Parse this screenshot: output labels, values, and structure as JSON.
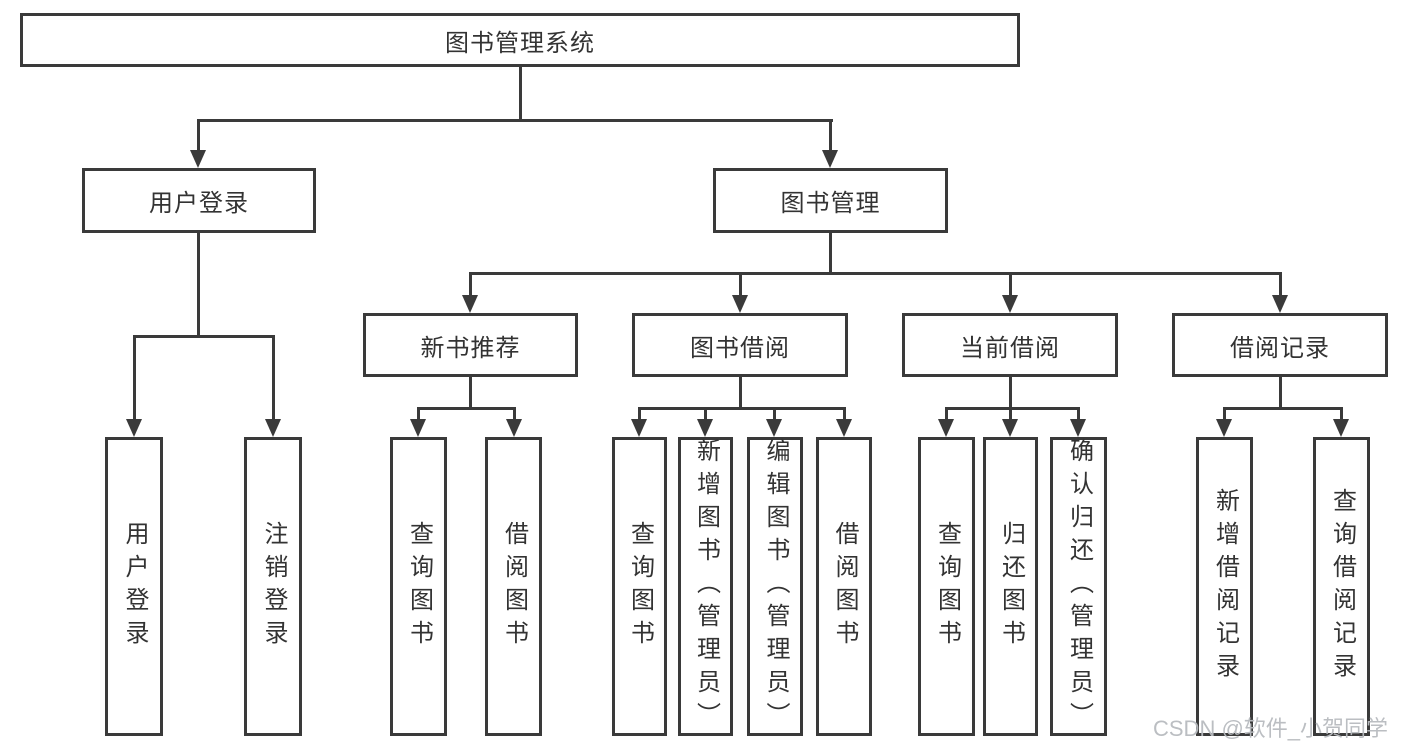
{
  "diagram": {
    "title": "图书管理系统",
    "colors": {
      "line": "#3a3a3a",
      "text": "#333333",
      "background": "#ffffff",
      "watermark": "#b7babf"
    },
    "watermark": "CSDN @软件_小贺同学",
    "nodes": {
      "root": {
        "label": "图书管理系统"
      },
      "user_login": {
        "label": "用户登录"
      },
      "book_mgmt": {
        "label": "图书管理"
      },
      "login_v": {
        "label": "用户登录"
      },
      "logout_v": {
        "label": "注销登录"
      },
      "new_book": {
        "label": "新书推荐"
      },
      "borrow": {
        "label": "图书借阅"
      },
      "current": {
        "label": "当前借阅"
      },
      "records": {
        "label": "借阅记录"
      },
      "nb_q": {
        "label": "查询图书"
      },
      "nb_b": {
        "label": "借阅图书"
      },
      "bb_q": {
        "label": "查询图书"
      },
      "bb_add": {
        "label": "新增图书（管理员）"
      },
      "bb_edit": {
        "label": "编辑图书（管理员）"
      },
      "bb_b": {
        "label": "借阅图书"
      },
      "cb_q": {
        "label": "查询图书"
      },
      "cb_r": {
        "label": "归还图书"
      },
      "cb_c": {
        "label": "确认归还（管理员）"
      },
      "br_add": {
        "label": "新增借阅记录"
      },
      "br_q": {
        "label": "查询借阅记录"
      }
    }
  }
}
